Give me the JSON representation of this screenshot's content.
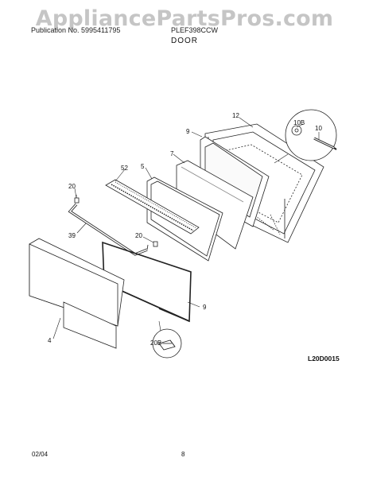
{
  "watermark": "AppliancePartsPros.com",
  "header": {
    "left": "Publication No. 5995411795",
    "right": "PLEF398CCW",
    "section_title": "DOOR"
  },
  "callouts": {
    "c12": "12",
    "c9_top": "9",
    "c10b": "10B",
    "c10": "10",
    "c7": "7",
    "c5": "5",
    "c52": "52",
    "c20_left": "20",
    "c39": "39",
    "c20_mid": "20",
    "c9_bottom": "9",
    "c4": "4",
    "c20b": "20B"
  },
  "figure_code": "L20D0015",
  "footer": {
    "date": "02/04",
    "page": "8"
  }
}
